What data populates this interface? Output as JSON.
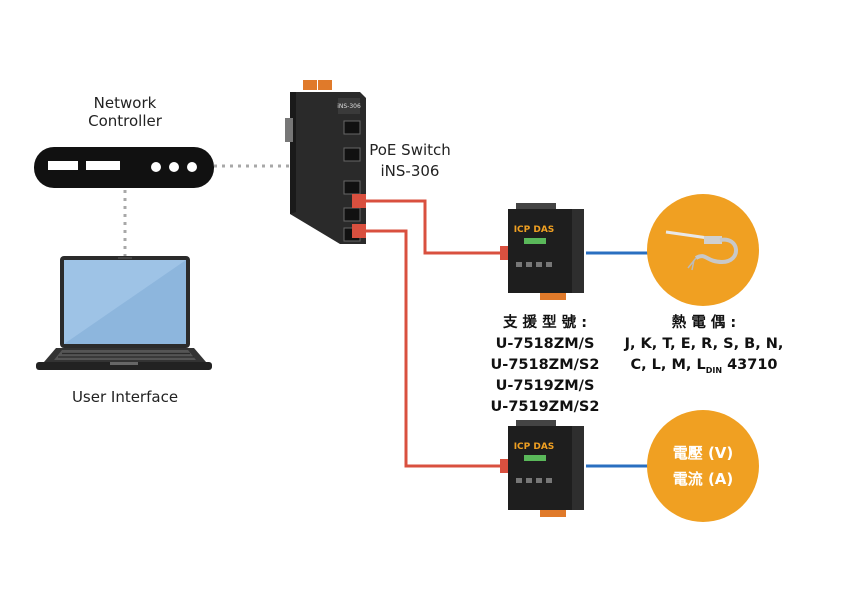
{
  "network_controller": {
    "label_line1": "Network",
    "label_line2": "Controller"
  },
  "user_interface": {
    "label": "User Interface"
  },
  "poe_switch": {
    "label_line1": "PoE Switch",
    "label_line2": "iNS-306"
  },
  "supported_models": {
    "heading": "支 援 型 號 :",
    "items": [
      "U-7518ZM/S",
      "U-7518ZM/S2",
      "U-7519ZM/S",
      "U-7519ZM/S2"
    ]
  },
  "thermocouple": {
    "heading": "熱 電 偶 :",
    "line1": "J, K, T, E, R, S, B, N,",
    "line2_prefix": "C, L, M, L",
    "line2_subscript": "DIN",
    "line2_suffix": " 43710"
  },
  "voltage_current": {
    "voltage": "電壓 (V)",
    "current": "電流 (A)"
  },
  "colors": {
    "orange": "#f0a022",
    "red_line": "#d9503f",
    "blue_line": "#2a6fc0",
    "gray_dots": "#a8a8a8",
    "device_dark": "#1e1e1e"
  }
}
